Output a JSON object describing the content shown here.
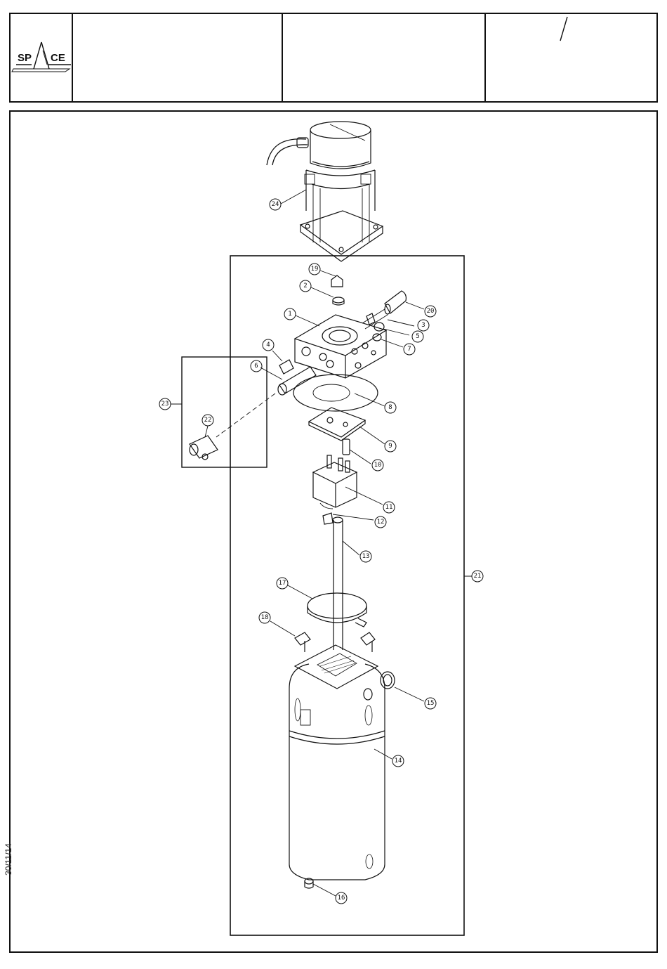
{
  "header": {
    "logo_text": "SPACE",
    "title": "",
    "subtitle": "",
    "page": ""
  },
  "date": "30/11/14",
  "callouts": [
    "1",
    "2",
    "3",
    "4",
    "5",
    "6",
    "7",
    "8",
    "9",
    "10",
    "11",
    "12",
    "13",
    "14",
    "15",
    "16",
    "17",
    "18",
    "19",
    "20",
    "21",
    "22",
    "23",
    "24"
  ]
}
